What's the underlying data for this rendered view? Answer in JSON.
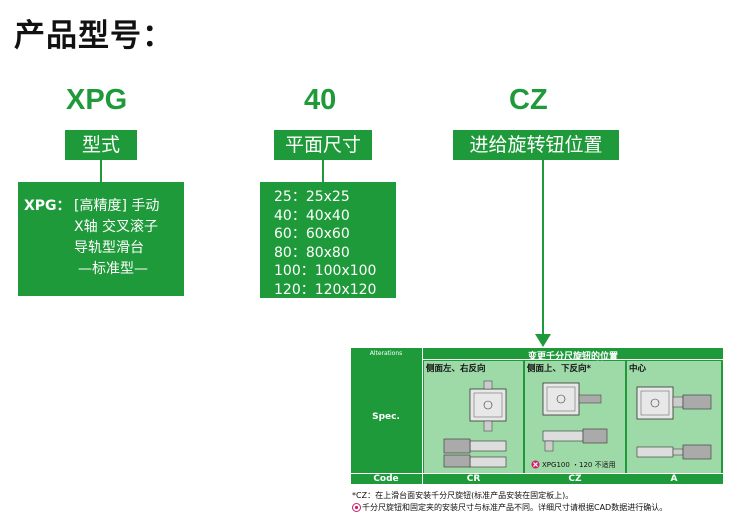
{
  "page_title": "产品型号：",
  "segments": [
    {
      "code": "XPG",
      "label": "型式"
    },
    {
      "code": "40",
      "label": "平面尺寸"
    },
    {
      "code": "CZ",
      "label": "进给旋转钮位置"
    }
  ],
  "type_desc": {
    "prefix": "XPG：",
    "lines": [
      "[高精度] 手动",
      "X轴 交叉滚子",
      "导轨型滑台",
      "—标准型—"
    ]
  },
  "sizes": [
    "25：25x25",
    "40：40x40",
    "60：60x60",
    "80：80x80",
    "100：100x100",
    "120：120x120"
  ],
  "table": {
    "alterations_label": "Alterations",
    "header": "变更千分尺旋钮的位置",
    "spec_label": "Spec.",
    "code_label": "Code",
    "options": [
      {
        "title": "侧面左、右反向",
        "code": "CR"
      },
      {
        "title": "侧面上、下反向*",
        "code": "CZ"
      },
      {
        "title": "中心",
        "code": "A"
      }
    ],
    "note": "XPG100 ・120 不适用"
  },
  "footnotes": [
    "*CZ：在上滑台面安装千分尺旋钮(标准产品安装在固定板上)。",
    "千分尺旋钮和固定夹的安装尺寸与标准产品不同。详细尺寸请根据CAD数据进行确认。"
  ],
  "colors": {
    "green": "#1f9a3a",
    "light_green": "#9ed9a8",
    "note_red": "#d0206a"
  }
}
